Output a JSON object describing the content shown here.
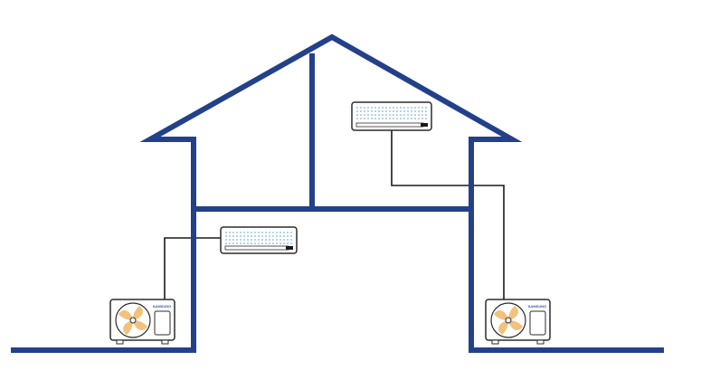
{
  "colors": {
    "house_outline": "#23418a",
    "pipe": "#1a1a1a",
    "unit_outline": "#2b2b2b",
    "vent_dots": "#7fb3d9",
    "fan_blade": "#f2c27d",
    "brand_text": "#3a5aa8"
  },
  "outdoor_units": [
    {
      "brand": "SAMSUNG",
      "icon": "fan-icon"
    },
    {
      "brand": "SAMSUNG",
      "icon": "fan-icon"
    }
  ],
  "indoor_units": [
    {
      "icon": "wall-ac-icon",
      "floor": "upper"
    },
    {
      "icon": "wall-ac-icon",
      "floor": "lower"
    }
  ]
}
